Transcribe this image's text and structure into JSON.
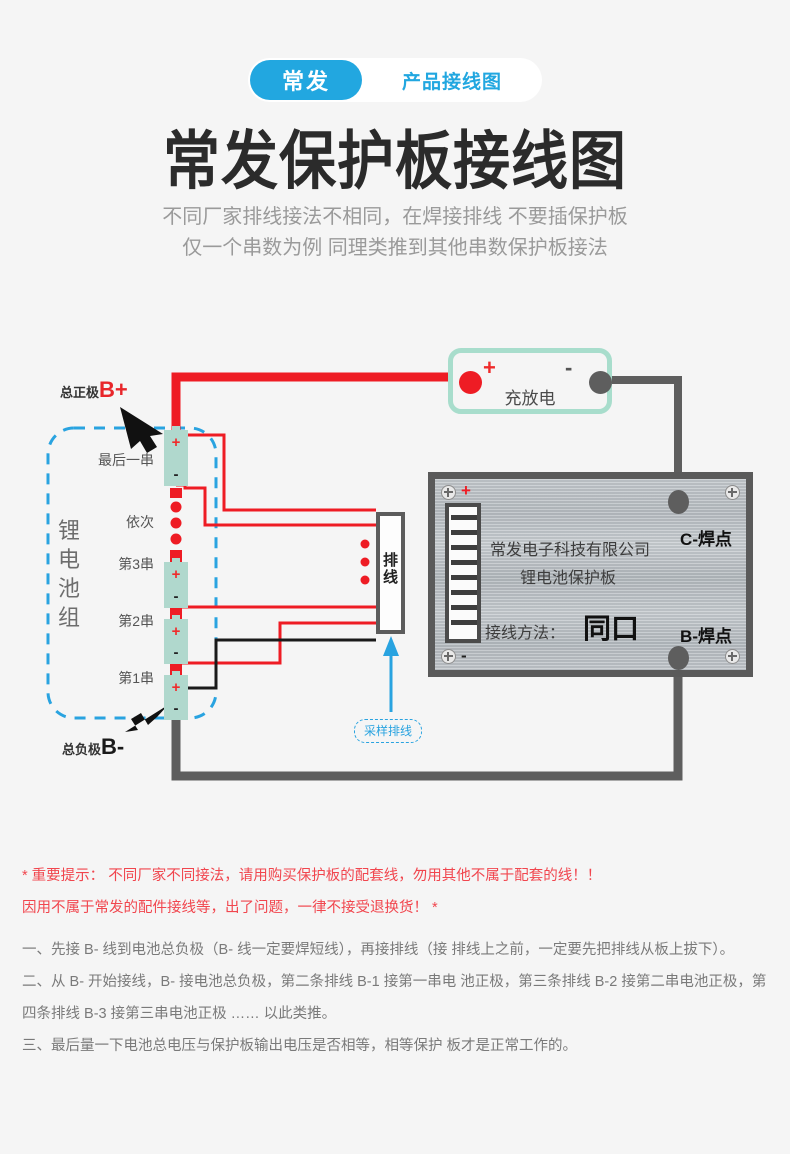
{
  "header": {
    "brand_badge": "常发",
    "badge_subtitle": "产品接线图",
    "badge_color": "#22a7e0",
    "title": "常发保护板接线图",
    "subtitle_line1": "不同厂家排线接法不相同，在焊接排线 不要插保护板",
    "subtitle_line2": "仅一个串数为例 同理类推到其他串数保护板接法"
  },
  "diagram": {
    "pack_label": "锂电池组",
    "positive_terminal": {
      "text": "总正极",
      "symbol": "B+"
    },
    "negative_terminal": {
      "text": "总负极",
      "symbol": "B-"
    },
    "cells": [
      {
        "name": "最后一串",
        "plus": "+",
        "minus": "-"
      },
      {
        "name": "依次"
      },
      {
        "name": "第3串",
        "plus": "+",
        "minus": "-"
      },
      {
        "name": "第2串",
        "plus": "+",
        "minus": "-"
      },
      {
        "name": "第1串",
        "plus": "+",
        "minus": "-"
      }
    ],
    "ribbon": {
      "line1": "排",
      "line2": "线"
    },
    "callout": "采样排线",
    "charge_box": {
      "label": "充放电",
      "plus": "+",
      "minus": "-"
    },
    "board": {
      "company": "常发电子科技有限公司",
      "product": "锂电池保护板",
      "method_label": "接线方法：",
      "method_value": "同口",
      "pad_c": "C-焊点",
      "pad_b": "B-焊点",
      "terminal_plus": "+",
      "terminal_minus": "-"
    },
    "colors": {
      "wire_positive": "#ee1c24",
      "wire_negative": "#1a1a1a",
      "wire_power": "#5e5e5e",
      "dashed_box": "#29a3e0",
      "cell_body": "#b0d8cd",
      "charge_box_border": "#a8ddcc"
    }
  },
  "notes": {
    "warning_line1": "* 重要提示： 不同厂家不同接法，请用购买保护板的配套线，勿用其他不属于配套的线！！",
    "warning_line2": "因用不属于常发的配件接线等，出了问题，一律不接受退换货！ *",
    "items": [
      "一、先接 B- 线到电池总负极（B- 线一定要焊短线），再接排线（接 排线上之前，一定要先把排线从板上拔下）。",
      "二、从 B- 开始接线，B- 接电池总负极，第二条排线 B-1 接第一串电 池正极，第三条排线 B-2 接第二串电池正极，第四条排线 B-3 接第三串电池正极 …… 以此类推。",
      "三、最后量一下电池总电压与保护板输出电压是否相等，相等保护 板才是正常工作的。"
    ]
  }
}
